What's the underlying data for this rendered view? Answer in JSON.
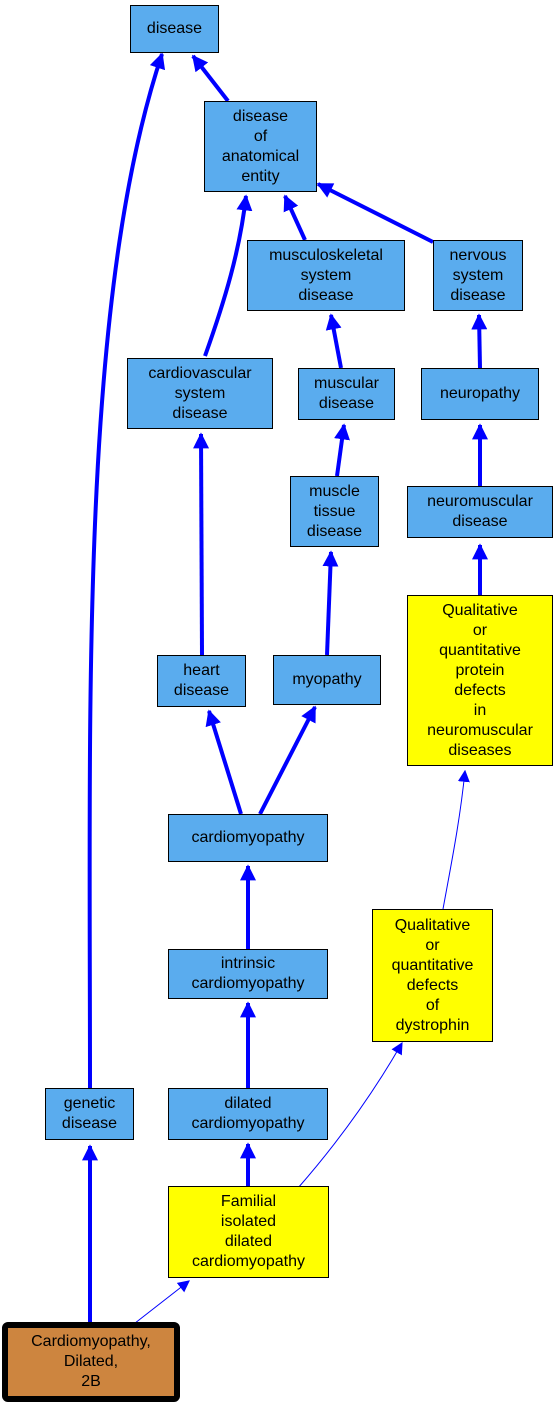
{
  "colors": {
    "ontology_term": "#5aacee",
    "orphanet_term": "#ffff00",
    "focus_term": "#cd853f",
    "edge_is_a": "#0000ff",
    "edge_part_of": "#0000ff"
  },
  "nodes": {
    "disease": "disease",
    "disease_of_anatomical_entity": "disease\nof\nanatomical\nentity",
    "musculoskeletal_system_disease": "musculoskeletal\nsystem\ndisease",
    "nervous_system_disease": "nervous\nsystem\ndisease",
    "cardiovascular_system_disease": "cardiovascular\nsystem\ndisease",
    "muscular_disease": "muscular\ndisease",
    "neuropathy": "neuropathy",
    "muscle_tissue_disease": "muscle\ntissue\ndisease",
    "neuromuscular_disease": "neuromuscular\ndisease",
    "qualitative_protein_defects_neuromuscular": "Qualitative\nor\nquantitative\nprotein\ndefects\nin\nneuromuscular\ndiseases",
    "heart_disease": "heart\ndisease",
    "myopathy": "myopathy",
    "cardiomyopathy": "cardiomyopathy",
    "qualitative_defects_dystrophin": "Qualitative\nor\nquantitative\ndefects\nof\ndystrophin",
    "intrinsic_cardiomyopathy": "intrinsic\ncardiomyopathy",
    "genetic_disease": "genetic\ndisease",
    "dilated_cardiomyopathy": "dilated\ncardiomyopathy",
    "familial_isolated_dilated_cardiomyopathy": "Familial\nisolated\ndilated\ncardiomyopathy",
    "cardiomyopathy_dilated_2b": "Cardiomyopathy,\nDilated,\n2B"
  }
}
